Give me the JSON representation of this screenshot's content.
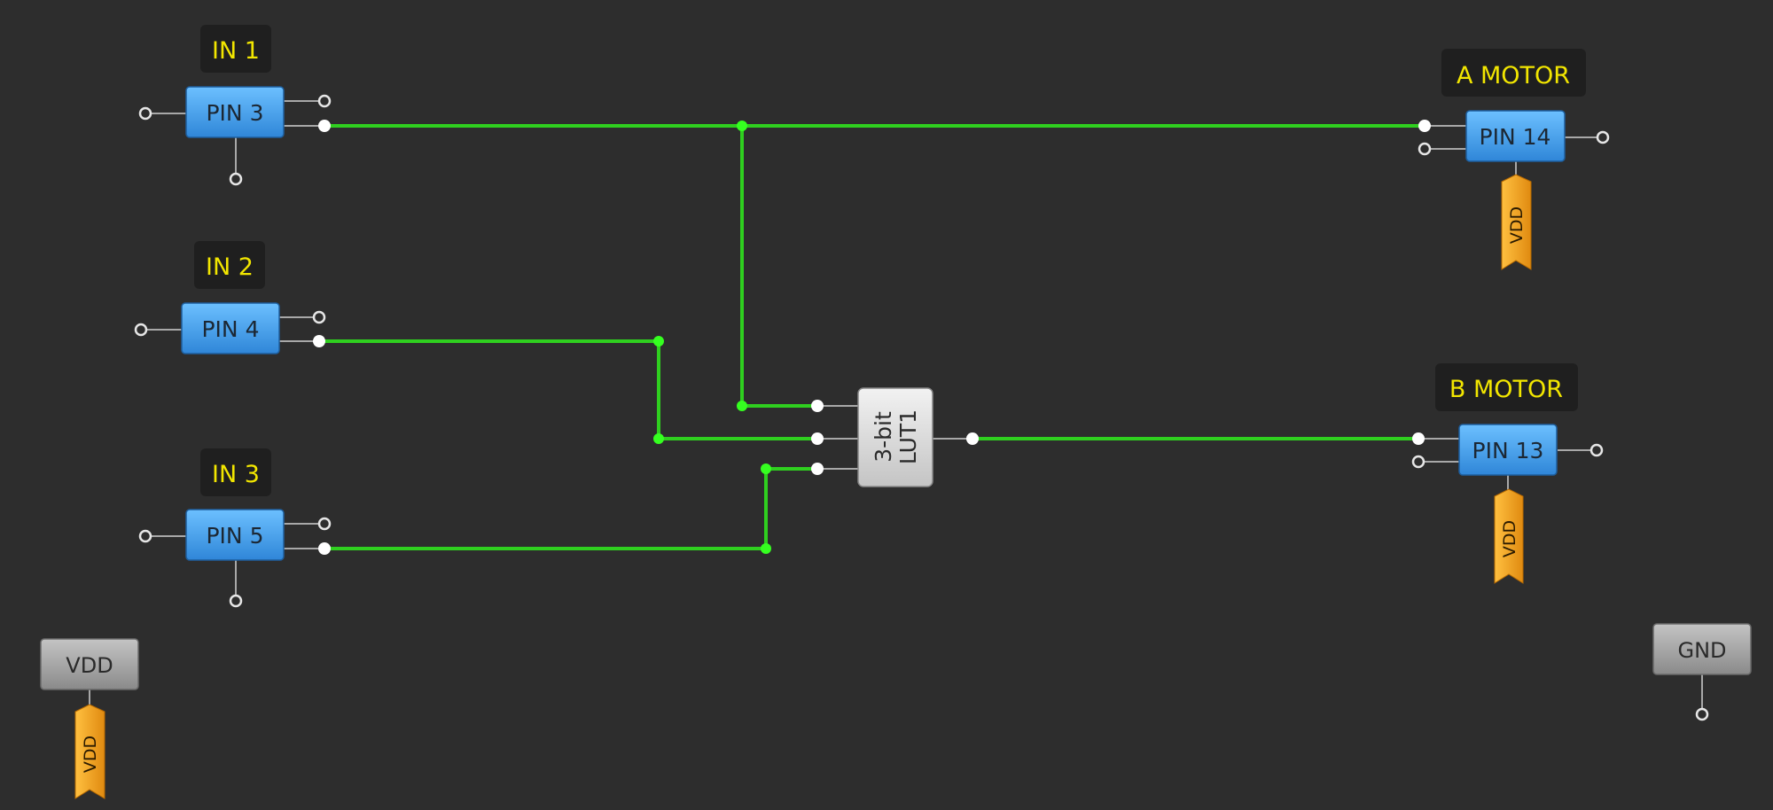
{
  "inputs": [
    {
      "label": "IN 1",
      "pin": "PIN 3"
    },
    {
      "label": "IN 2",
      "pin": "PIN 4"
    },
    {
      "label": "IN 3",
      "pin": "PIN 5"
    }
  ],
  "outputs": [
    {
      "label": "A MOTOR",
      "pin": "PIN 14",
      "supply": "VDD"
    },
    {
      "label": "B MOTOR",
      "pin": "PIN 13",
      "supply": "VDD"
    }
  ],
  "lut": {
    "line1": "3-bit",
    "line2": "LUT1"
  },
  "power": {
    "vdd_label": "VDD",
    "vdd_tag": "VDD",
    "gnd_label": "GND"
  },
  "colors": {
    "background": "#2d2d2d",
    "wire": "#2fcf1f",
    "label_text": "#f2e600",
    "pin_block": "#3d9be6",
    "supply_tag": "#f0a020"
  }
}
